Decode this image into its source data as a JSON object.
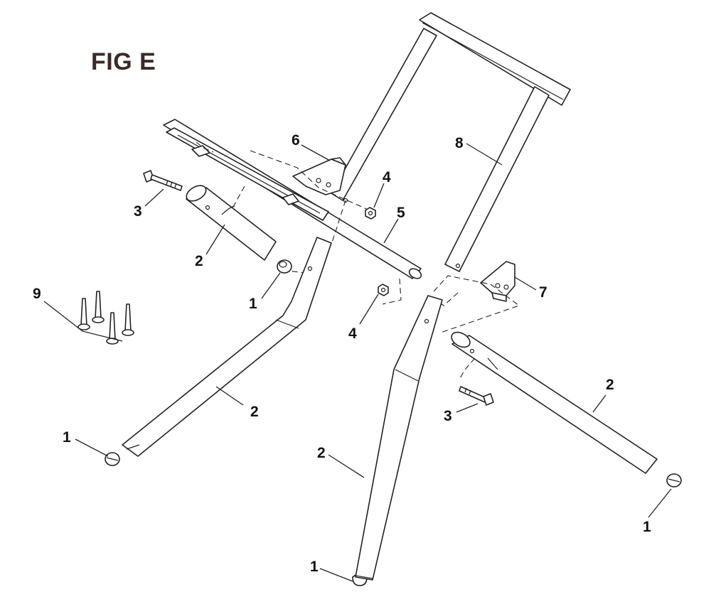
{
  "figure": {
    "title": "FIG E"
  },
  "callouts": [
    {
      "id": "c1a",
      "text": "1"
    },
    {
      "id": "c1b",
      "text": "1"
    },
    {
      "id": "c1c",
      "text": "1"
    },
    {
      "id": "c1d",
      "text": "1"
    },
    {
      "id": "c2a",
      "text": "2"
    },
    {
      "id": "c2b",
      "text": "2"
    },
    {
      "id": "c2c",
      "text": "2"
    },
    {
      "id": "c2d",
      "text": "2"
    },
    {
      "id": "c3a",
      "text": "3"
    },
    {
      "id": "c3b",
      "text": "3"
    },
    {
      "id": "c4a",
      "text": "4"
    },
    {
      "id": "c4b",
      "text": "4"
    },
    {
      "id": "c5",
      "text": "5"
    },
    {
      "id": "c6",
      "text": "6"
    },
    {
      "id": "c7",
      "text": "7"
    },
    {
      "id": "c8",
      "text": "8"
    },
    {
      "id": "c9",
      "text": "9"
    }
  ]
}
